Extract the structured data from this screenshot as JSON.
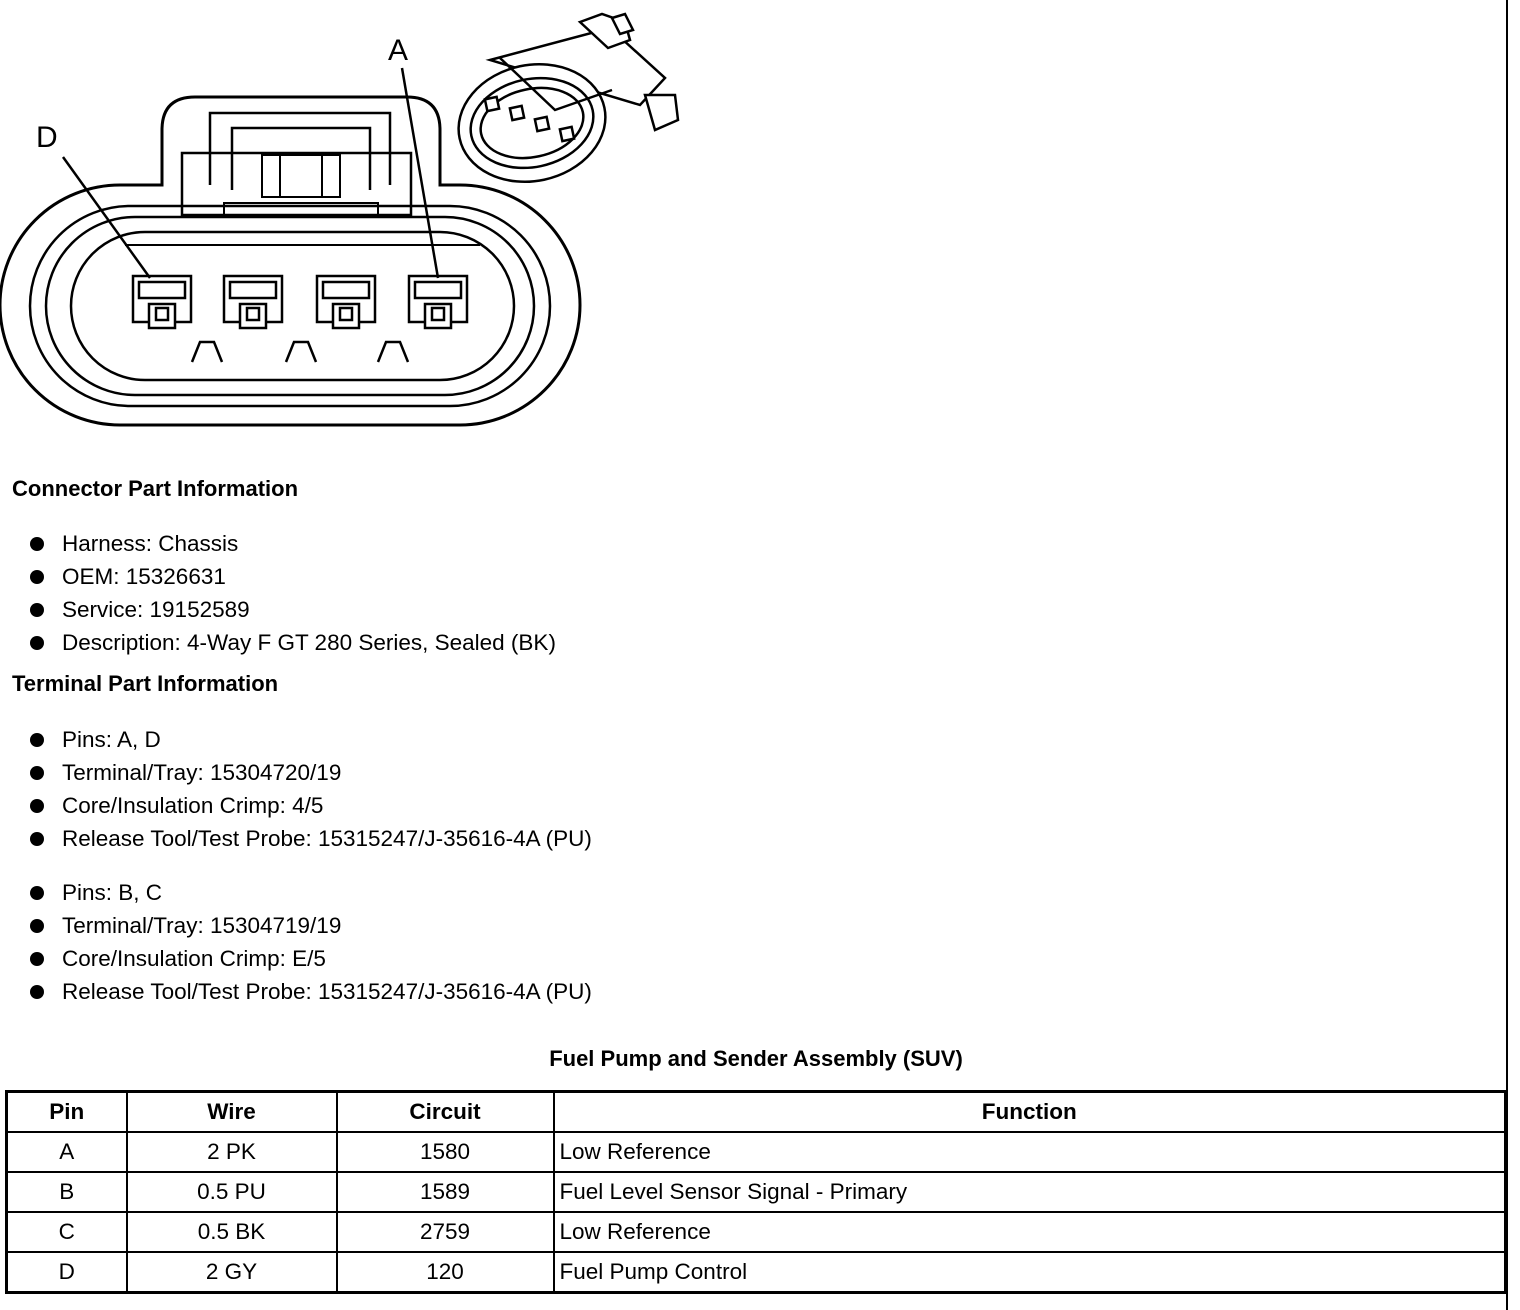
{
  "diagram": {
    "pin_labels": {
      "left": "D",
      "right": "A"
    }
  },
  "connector_info": {
    "title": "Connector Part Information",
    "items": [
      "Harness: Chassis",
      "OEM: 15326631",
      "Service: 19152589",
      "Description: 4-Way F GT 280 Series, Sealed (BK)"
    ]
  },
  "terminal_info": {
    "title": "Terminal Part Information",
    "groups": [
      {
        "items": [
          "Pins: A, D",
          "Terminal/Tray: 15304720/19",
          "Core/Insulation Crimp: 4/5",
          "Release Tool/Test Probe: 15315247/J-35616-4A (PU)"
        ]
      },
      {
        "items": [
          "Pins: B, C",
          "Terminal/Tray: 15304719/19",
          "Core/Insulation Crimp: E/5",
          "Release Tool/Test Probe: 15315247/J-35616-4A (PU)"
        ]
      }
    ]
  },
  "table": {
    "title": "Fuel Pump and Sender Assembly (SUV)",
    "headers": [
      "Pin",
      "Wire",
      "Circuit",
      "Function"
    ],
    "rows": [
      [
        "A",
        "2 PK",
        "1580",
        "Low Reference"
      ],
      [
        "B",
        "0.5 PU",
        "1589",
        "Fuel Level Sensor Signal - Primary"
      ],
      [
        "C",
        "0.5 BK",
        "2759",
        "Low Reference"
      ],
      [
        "D",
        "2 GY",
        "120",
        "Fuel Pump Control"
      ]
    ]
  }
}
